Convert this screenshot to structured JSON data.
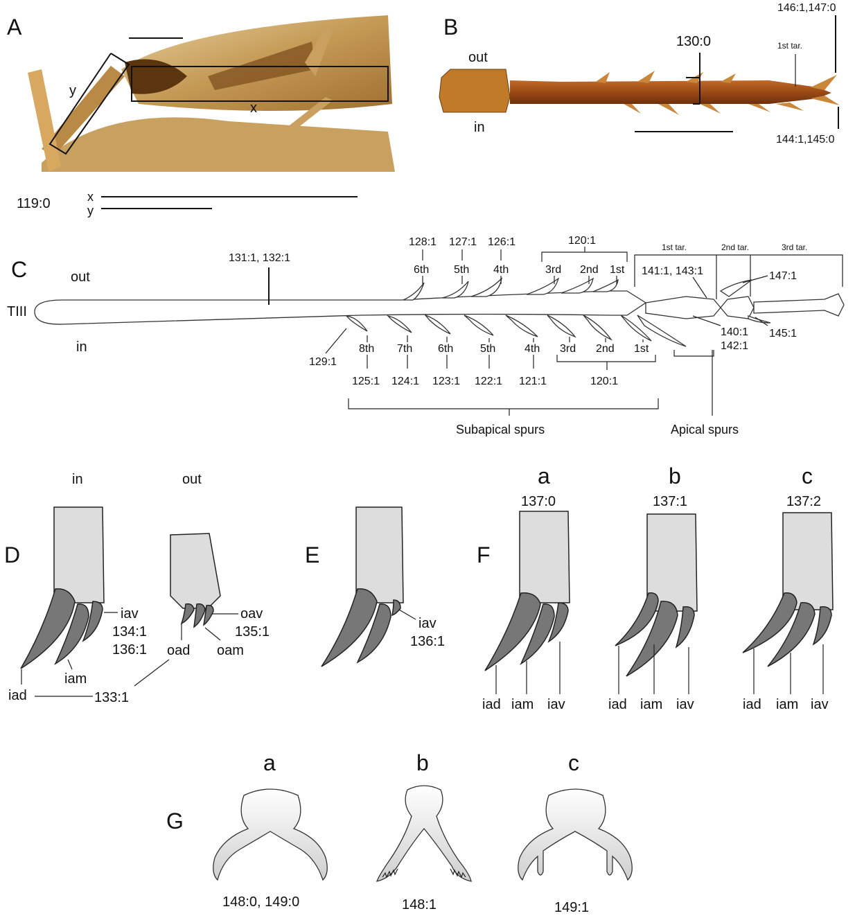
{
  "panels": {
    "A": "A",
    "B": "B",
    "C": "C",
    "D": "D",
    "E": "E",
    "F": "F",
    "G": "G"
  },
  "panelA": {
    "x_label": "x",
    "y_label": "y",
    "char": "119:0"
  },
  "panelB": {
    "out": "out",
    "in": "in",
    "c130": "130:0",
    "c146": "146:1,147:0",
    "tar1": "1st tar.",
    "c144": "144:1,145:0"
  },
  "panelC": {
    "tiii": "TIII",
    "out": "out",
    "in": "in",
    "c131": "131:1, 132:1",
    "c129": "129:1",
    "outer_spurs": [
      {
        "ord": "6th",
        "code": "128:1"
      },
      {
        "ord": "5th",
        "code": "127:1"
      },
      {
        "ord": "4th",
        "code": "126:1"
      }
    ],
    "outer_apical": [
      {
        "ord": "3rd"
      },
      {
        "ord": "2nd"
      },
      {
        "ord": "1st"
      }
    ],
    "outer_apical_code": "120:1",
    "inner_spurs": [
      {
        "ord": "8th",
        "code": "125:1"
      },
      {
        "ord": "7th",
        "code": "124:1"
      },
      {
        "ord": "6th",
        "code": "123:1"
      },
      {
        "ord": "5th",
        "code": "122:1"
      },
      {
        "ord": "4th",
        "code": "121:1"
      }
    ],
    "inner_apical": [
      {
        "ord": "3rd"
      },
      {
        "ord": "2nd"
      },
      {
        "ord": "1st"
      }
    ],
    "inner_apical_code": "120:1",
    "tarsi": [
      "1st tar.",
      "2nd tar.",
      "3rd tar."
    ],
    "c141": "141:1, 143:1",
    "c147": "147:1",
    "c140": "140:1",
    "c142": "142:1",
    "c145": "145:1",
    "subapical": "Subapical spurs",
    "apical": "Apical spurs"
  },
  "panelD": {
    "in": "in",
    "out": "out",
    "iav": "iav",
    "c134": "134:1",
    "c136": "136:1",
    "oav": "oav",
    "c135": "135:1",
    "oad": "oad",
    "oam": "oam",
    "iam": "iam",
    "iad": "iad",
    "c133": "133:1"
  },
  "panelE": {
    "iav": "iav",
    "c136": "136:1"
  },
  "panelF": {
    "a": "a",
    "b": "b",
    "c": "c",
    "ca": "137:0",
    "cb": "137:1",
    "cc": "137:2",
    "iad": "iad",
    "iam": "iam",
    "iav": "iav"
  },
  "panelG": {
    "a": "a",
    "b": "b",
    "c": "c",
    "ca": "148:0, 149:0",
    "cb": "148:1",
    "cc": "149:1"
  },
  "colors": {
    "photo_tan": "#c8a060",
    "photo_dark": "#5a3510",
    "leg_brown": "#a8521e",
    "tibia_fill": "#dddddd",
    "spur_fill": "#777777"
  }
}
